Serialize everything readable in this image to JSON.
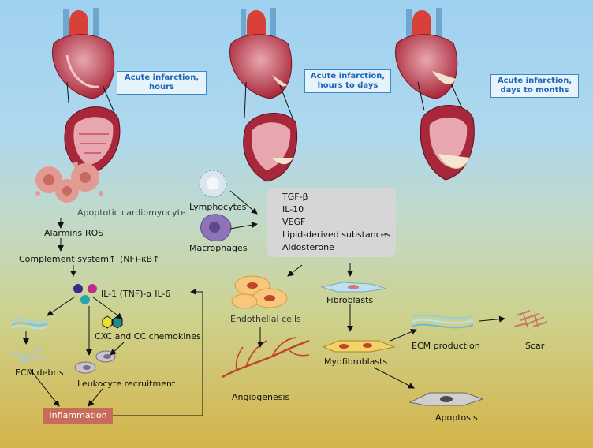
{
  "stages": [
    {
      "label": "Acute infarction, hours"
    },
    {
      "label": "Acute infarction, hours to days"
    },
    {
      "label": "Acute infarction, days to months"
    }
  ],
  "left_path": {
    "apoptotic_cell": "Apoptotic cardiomyocyte",
    "alarmins": "Alarmins",
    "ros": "ROS",
    "complement": "Complement system↑",
    "nfkb": "(NF)-κB↑",
    "cytokines": "IL-1 (TNF)-α IL-6",
    "chemokines": "CXC and CC chemokines",
    "ecm_debris": "ECM debris",
    "leukocyte": "Leukocyte recruitment",
    "inflammation": "Inflammation"
  },
  "center_path": {
    "lymphocytes": "Lymphocytes",
    "macrophages": "Macrophages",
    "mediators": [
      "TGF-β",
      "IL-10",
      "VEGF",
      "Lipid-derived substances",
      "Aldosterone"
    ],
    "endothelial": "Endothelial cells",
    "angiogenesis": "Angiogenesis"
  },
  "right_path": {
    "fibroblasts": "Fibroblasts",
    "myofibroblasts": "Myofibroblasts",
    "ecm_production": "ECM production",
    "scar": "Scar",
    "apoptosis": "Apoptosis"
  },
  "colors": {
    "sky": "#9fd1f0",
    "ground": "#d4b44a",
    "stage_label_text": "#1d66b8",
    "inflammation_box": "#c96b5a",
    "mediator_box": "#d6d6d6",
    "heart_red": "#b3233a",
    "heart_pink": "#e8a7ae"
  }
}
